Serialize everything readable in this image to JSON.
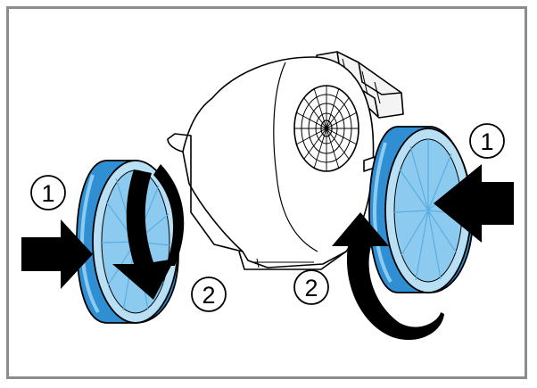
{
  "figure": {
    "callouts": [
      {
        "id": "left-1",
        "label": "1"
      },
      {
        "id": "left-2",
        "label": "2"
      },
      {
        "id": "right-1",
        "label": "1"
      },
      {
        "id": "right-2",
        "label": "2"
      }
    ]
  },
  "colors": {
    "frame": "#8c8c8c",
    "filter_blue": "#2f8fd2",
    "filter_light": "#8ccbef",
    "filter_face": "#b9dff5",
    "outline": "#000000",
    "arrow": "#000000",
    "housing": "#ffffff"
  },
  "icons": [
    "insert-arrow-icon",
    "rotate-arrow-icon"
  ]
}
